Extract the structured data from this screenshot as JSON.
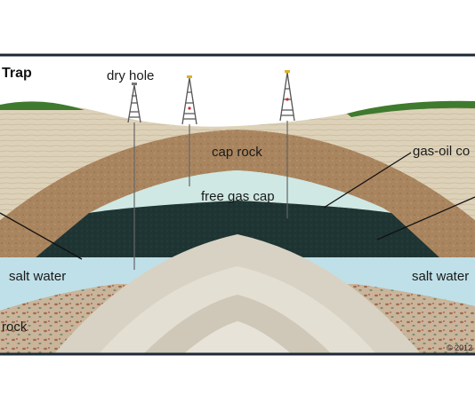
{
  "title": "Trap",
  "labels": {
    "dry_hole": "dry hole",
    "cap_rock": "cap rock",
    "gas_oil_contact": "gas-oil co",
    "free_gas_cap": "free gas cap",
    "salt_water_left": "salt water",
    "salt_water_right": "salt water",
    "rock": "rock"
  },
  "copyright": "© 2012",
  "colors": {
    "sky": "#ffffff",
    "border": "#1d2a36",
    "sandstone_top": "#dcd1b8",
    "grass": "#3f7a2e",
    "cap_rock": "#a8835e",
    "free_gas": "#cfe8e3",
    "oil": "#1f3533",
    "salt_water": "#bfe0e8",
    "dome": "#d8d2c4",
    "gravel": "#b89a7a"
  },
  "icons": [
    "derrick-icon",
    "derrick-icon",
    "derrick-icon"
  ]
}
